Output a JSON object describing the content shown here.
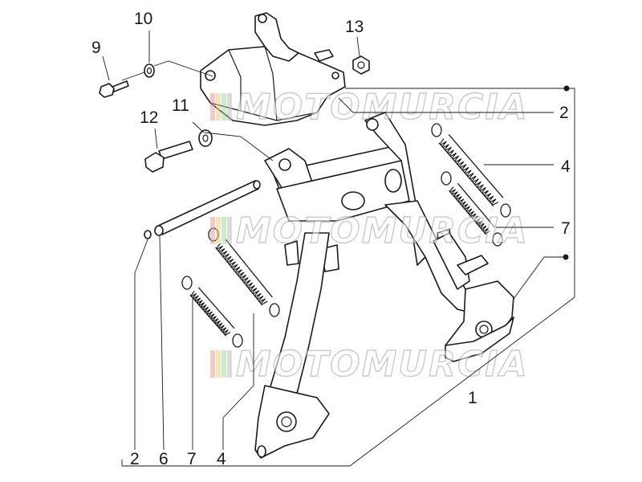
{
  "diagram": {
    "callouts": [
      {
        "id": "c1",
        "label": "1"
      },
      {
        "id": "c2a",
        "label": "2"
      },
      {
        "id": "c2b",
        "label": "2"
      },
      {
        "id": "c4a",
        "label": "4"
      },
      {
        "id": "c4b",
        "label": "4"
      },
      {
        "id": "c6",
        "label": "6"
      },
      {
        "id": "c7a",
        "label": "7"
      },
      {
        "id": "c7b",
        "label": "7"
      },
      {
        "id": "c9",
        "label": "9"
      },
      {
        "id": "c10",
        "label": "10"
      },
      {
        "id": "c11",
        "label": "11"
      },
      {
        "id": "c12",
        "label": "12"
      },
      {
        "id": "c13",
        "label": "13"
      }
    ]
  },
  "watermark": {
    "text": "MOTOMURCIA",
    "colors": [
      "#e8a0a0",
      "#e8d080",
      "#a8d8a8",
      "#c0c0c0"
    ]
  }
}
